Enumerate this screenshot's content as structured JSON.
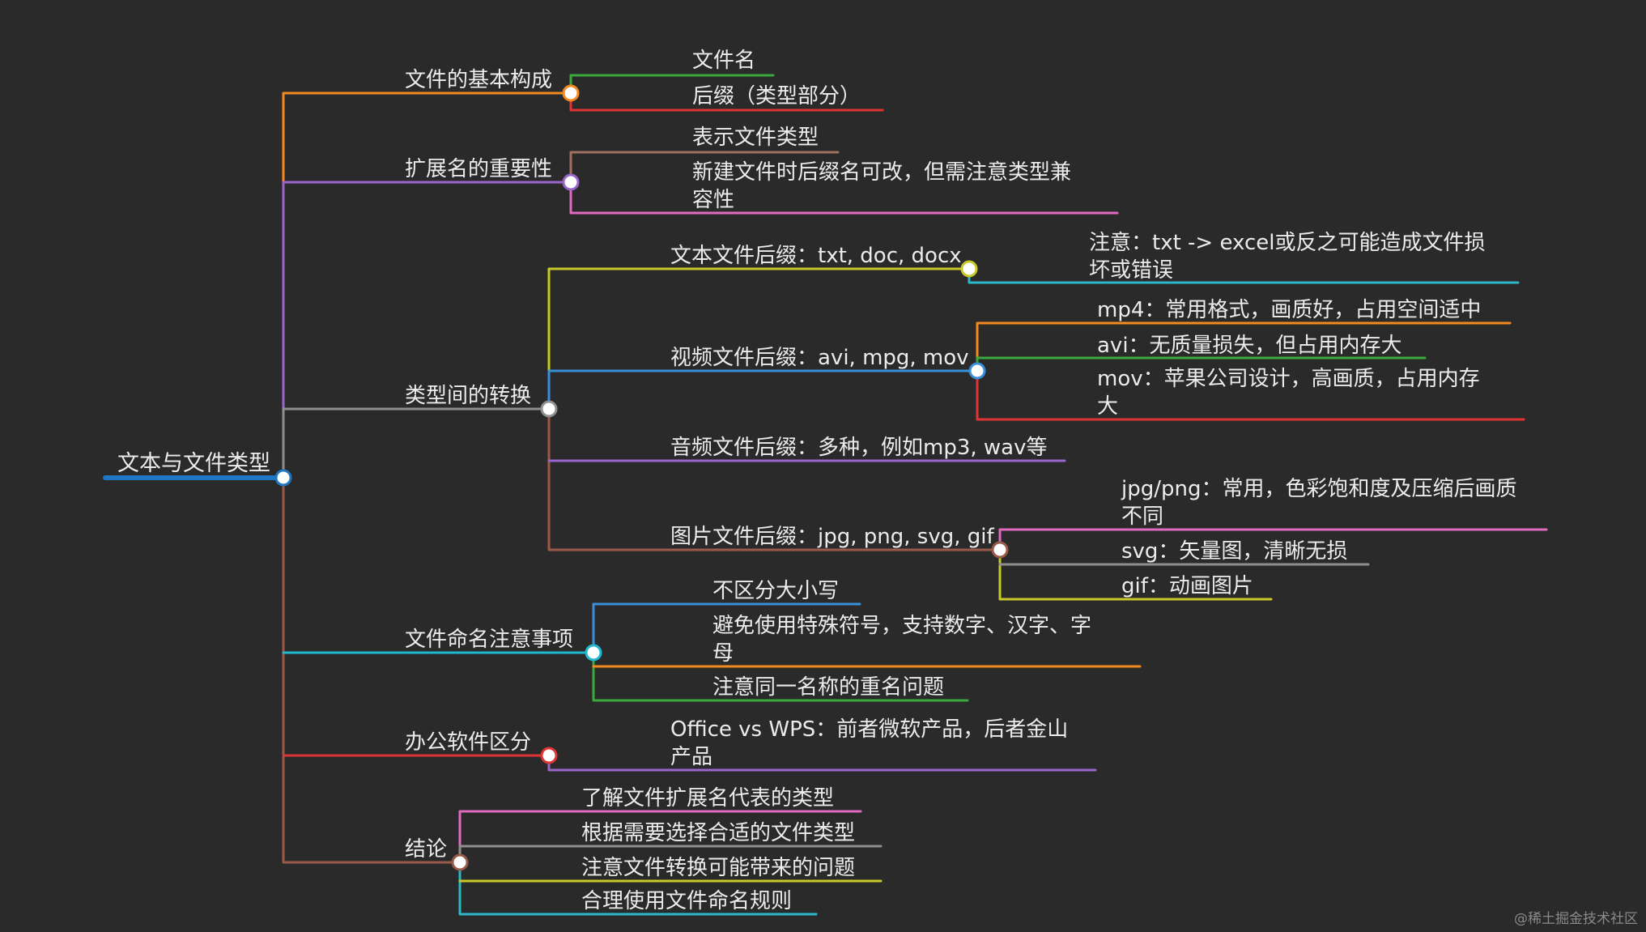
{
  "colors": {
    "background": "#2a2a2a",
    "text": "#ececec",
    "root": "#1f77c4",
    "orange": "#f5891f",
    "purple": "#9a66cc",
    "gray": "#8f8f8f",
    "cyan": "#1fb8d0",
    "red": "#e03434",
    "brown": "#9a5a4a",
    "green": "#3aa83a",
    "pink": "#e06ac0",
    "yellow": "#c8c82a",
    "blue": "#3b8ed8",
    "teal": "#2cb8c8",
    "taupe": "#a07060"
  },
  "mindmap": {
    "root": {
      "label": "文本与文件类型",
      "color": "#1f77c4"
    },
    "branches": [
      {
        "label": "文件的基本构成",
        "color": "#f5891f",
        "children": [
          {
            "label": "文件名",
            "color": "#3aa83a"
          },
          {
            "label": "后缀（类型部分）",
            "color": "#e03434"
          }
        ]
      },
      {
        "label": "扩展名的重要性",
        "color": "#9a66cc",
        "children": [
          {
            "label": "表示文件类型",
            "color": "#a07060"
          },
          {
            "label": "新建文件时后缀名可改，但需注意类型兼\n容性",
            "color": "#e06ac0"
          }
        ]
      },
      {
        "label": "类型间的转换",
        "color": "#8f8f8f",
        "children": [
          {
            "label": "文本文件后缀：txt, doc, docx",
            "color": "#c8c82a",
            "children": [
              {
                "label": "注意：txt -> excel或反之可能造成文件损\n坏或错误",
                "color": "#2cb8c8"
              }
            ]
          },
          {
            "label": "视频文件后缀：avi, mpg, mov",
            "color": "#3b8ed8",
            "children": [
              {
                "label": "mp4：常用格式，画质好，占用空间适中",
                "color": "#f5891f"
              },
              {
                "label": "avi：无质量损失，但占用内存大",
                "color": "#3aa83a"
              },
              {
                "label": "mov：苹果公司设计，高画质，占用内存\n大",
                "color": "#e03434"
              }
            ]
          },
          {
            "label": "音频文件后缀：多种，例如mp3, wav等",
            "color": "#9a66cc"
          },
          {
            "label": "图片文件后缀：jpg, png, svg, gif",
            "color": "#9a5a4a",
            "children": [
              {
                "label": "jpg/png：常用，色彩饱和度及压缩后画质\n不同",
                "color": "#e06ac0"
              },
              {
                "label": "svg：矢量图，清晰无损",
                "color": "#8f8f8f"
              },
              {
                "label": "gif：动画图片",
                "color": "#c8c82a"
              }
            ]
          }
        ]
      },
      {
        "label": "文件命名注意事项",
        "color": "#1fb8d0",
        "children": [
          {
            "label": "不区分大小写",
            "color": "#3b8ed8"
          },
          {
            "label": "避免使用特殊符号，支持数字、汉字、字\n母",
            "color": "#f5891f"
          },
          {
            "label": "注意同一名称的重名问题",
            "color": "#3aa83a"
          }
        ]
      },
      {
        "label": "办公软件区分",
        "color": "#e03434",
        "children": [
          {
            "label": "Office vs WPS：前者微软产品，后者金山\n产品",
            "color": "#9a66cc"
          }
        ]
      },
      {
        "label": "结论",
        "color": "#9a5a4a",
        "children": [
          {
            "label": "了解文件扩展名代表的类型",
            "color": "#e06ac0"
          },
          {
            "label": "根据需要选择合适的文件类型",
            "color": "#8f8f8f"
          },
          {
            "label": "注意文件转换可能带来的问题",
            "color": "#c8c82a"
          },
          {
            "label": "合理使用文件命名规则",
            "color": "#2cb8c8"
          }
        ]
      }
    ]
  },
  "watermark": "@稀土掘金技术社区"
}
